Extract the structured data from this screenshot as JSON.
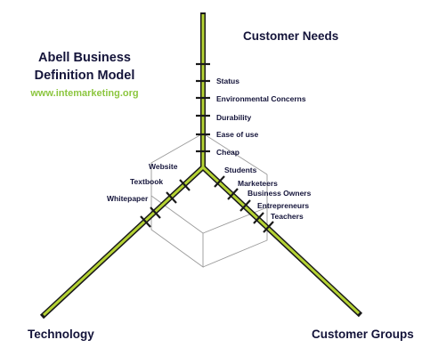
{
  "title": {
    "line1": "Abell Business",
    "line2": "Definition Model",
    "website": "www.intemarketing.org"
  },
  "axes": {
    "customer_needs": "Customer Needs",
    "technology": "Technology",
    "customer_groups": "Customer Groups"
  },
  "customer_needs_items": [
    "Status",
    "Environmental Concerns",
    "Durability",
    "Ease of use",
    "Cheap"
  ],
  "technology_items": [
    "Website",
    "Textbook",
    "Whitepaper"
  ],
  "customer_groups_items": [
    "Students",
    "Marketeers",
    "Business Owners",
    "Entrepreneurs",
    "Teachers"
  ],
  "colors": {
    "axis_fill": "#b5d334",
    "axis_outline": "#1a1a1a",
    "text": "#14143a",
    "accent": "#8cc63f",
    "box_lines": "#9a9a9a"
  }
}
